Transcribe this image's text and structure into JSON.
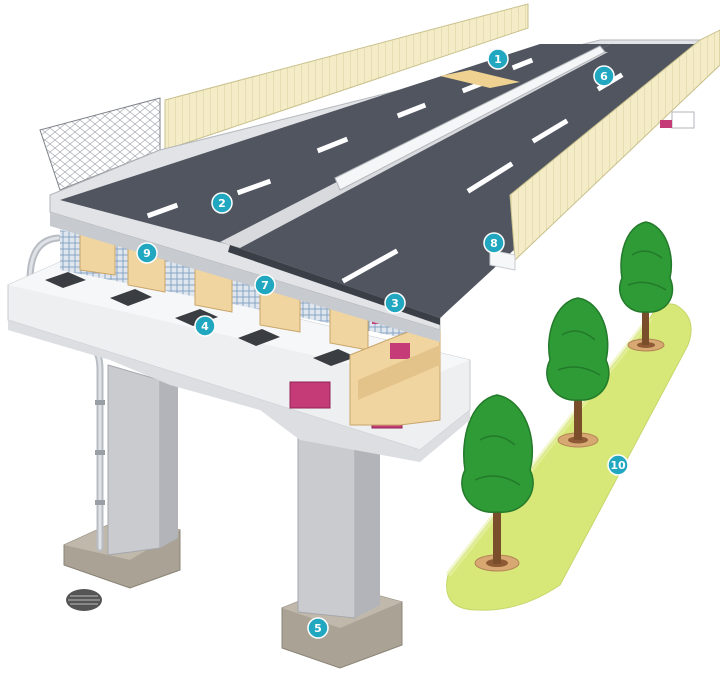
{
  "diagram": {
    "colors": {
      "road": "#505560",
      "lane_marking": "#ffffff",
      "deck_concrete": "#e9eaec",
      "pier": "#c9cbcf",
      "footing": "#a9a295",
      "noise_wall": "#f3ecc6",
      "girder": "#f0d5a0",
      "bearing_pad": "#c53b78",
      "tree_foliage": "#2e9b36",
      "grass": "#d8e878",
      "badge": "#22a7c1"
    },
    "callouts": [
      {
        "label": "1"
      },
      {
        "label": "2"
      },
      {
        "label": "3"
      },
      {
        "label": "4"
      },
      {
        "label": "5"
      },
      {
        "label": "6"
      },
      {
        "label": "7"
      },
      {
        "label": "8"
      },
      {
        "label": "9"
      },
      {
        "label": "10"
      }
    ]
  }
}
